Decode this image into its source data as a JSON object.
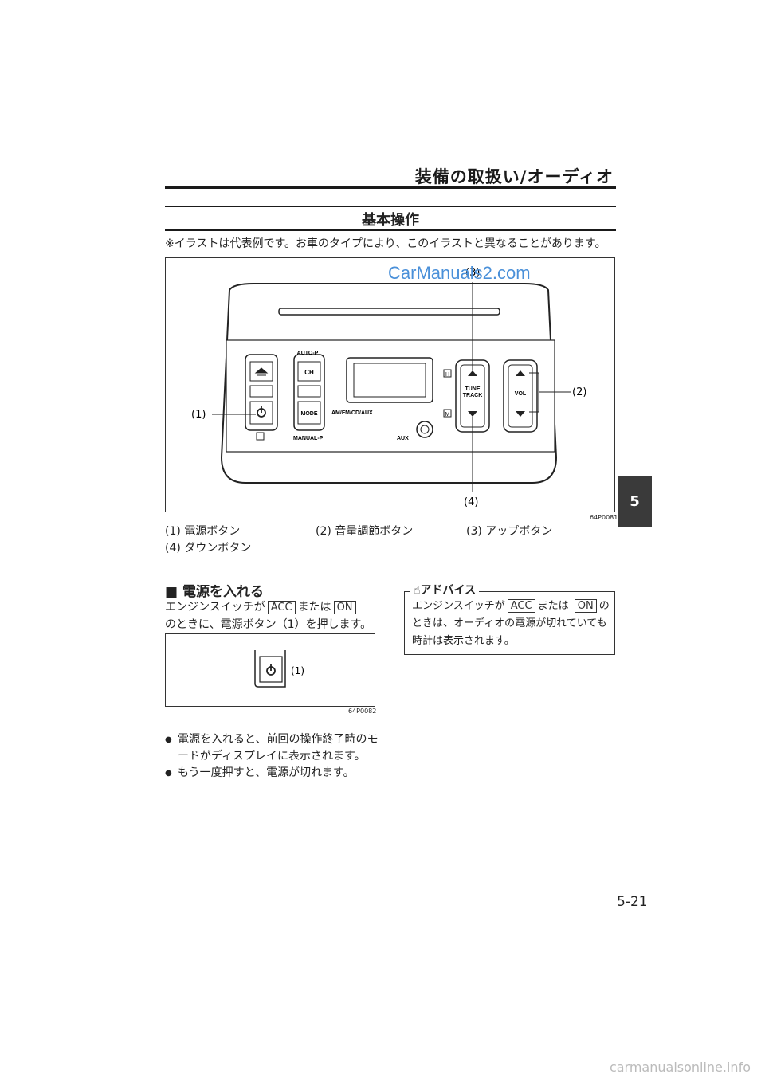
{
  "header": {
    "title": "装備の取扱い/オーディオ"
  },
  "section": {
    "title": "基本操作"
  },
  "note": "※イラストは代表例です。お車のタイプにより、このイラストと異なることがあります。",
  "watermark": "CarManuals2.com",
  "figure1": {
    "code": "64P0081",
    "callouts": [
      "(1)",
      "(2)",
      "(3)",
      "(4)"
    ],
    "panel_labels": {
      "auto_p": "AUTO-P",
      "ch": "CH",
      "mode": "MODE",
      "am_fm": "AM/FM/CD/AUX",
      "manual_p": "MANUAL-P",
      "aux": "AUX",
      "tune": "TUNE",
      "track": "TRACK",
      "vol": "VOL",
      "h": "H",
      "m": "M"
    }
  },
  "captions": {
    "c1": "(1) 電源ボタン",
    "c2": "(2) 音量調節ボタン",
    "c3": "(3) アップボタン",
    "c4": "(4) ダウンボタン"
  },
  "power_section": {
    "heading": "■ 電源を入れる",
    "text_a": "エンジンスイッチが",
    "key_acc": "ACC",
    "text_or": "または",
    "key_on": "ON",
    "text_b": "のときに、電源ボタン（1）を押します。"
  },
  "figure2": {
    "code": "64P0082",
    "callout": "(1)"
  },
  "bullets": [
    "電源を入れると、前回の操作終了時のモードがディスプレイに表示されます。",
    "もう一度押すと、電源が切れます。"
  ],
  "advice": {
    "label": "アドバイス",
    "text_a": "エンジンスイッチが",
    "key_acc": "ACC",
    "text_or": "または",
    "key_on": "ON",
    "text_b": "のときは、オーディオの電源が切れていても時計は表示されます。"
  },
  "side_tab": "5",
  "page_number": "5-21",
  "footer_watermark": "carmanualsonline.info"
}
